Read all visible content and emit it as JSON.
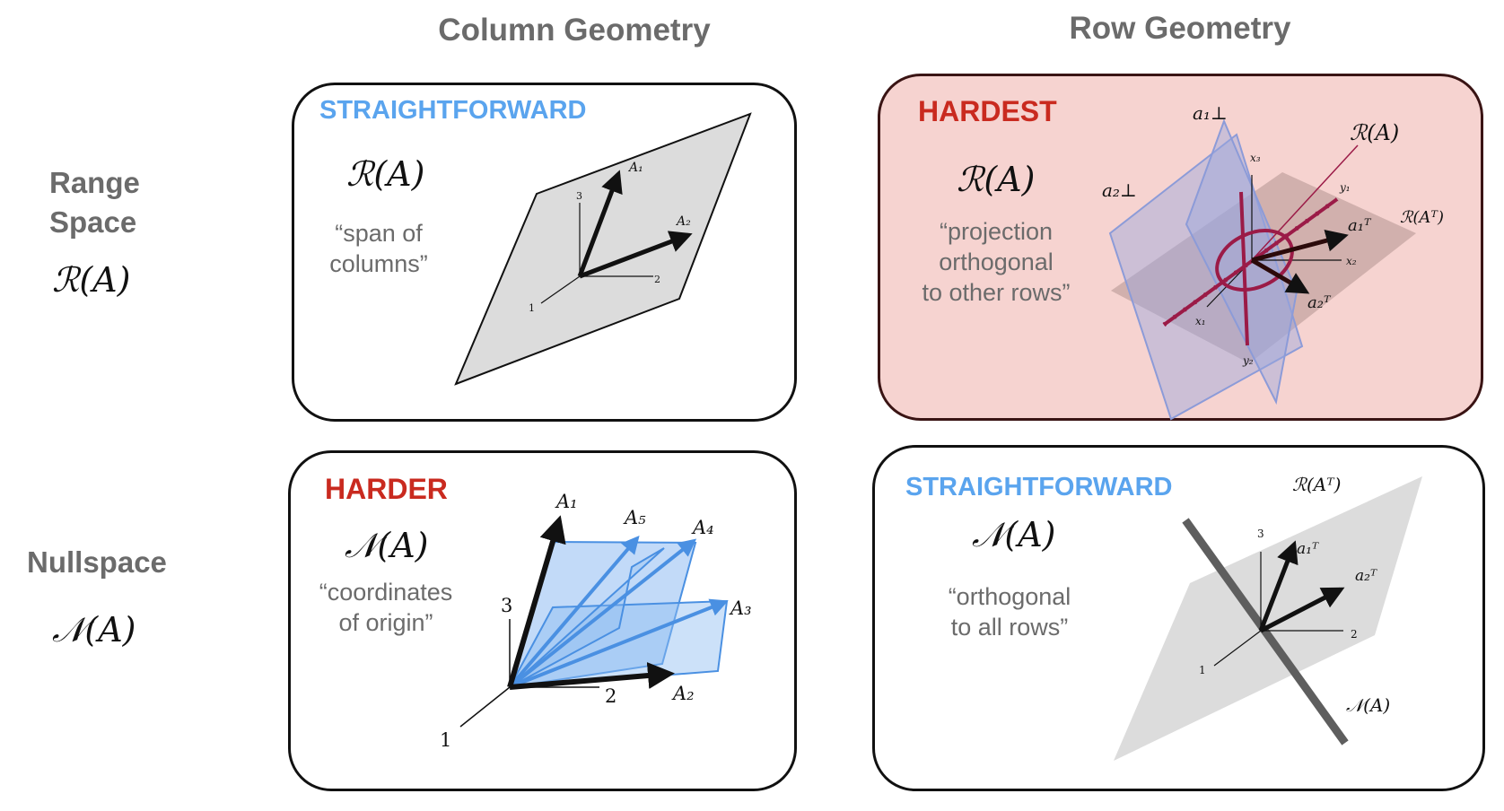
{
  "column_headers": {
    "left": "Column Geometry",
    "right": "Row Geometry"
  },
  "row_headers": {
    "range": {
      "title_line1": "Range",
      "title_line2": "Space",
      "symbol": "ℛ(A)"
    },
    "nullspace": {
      "title": "Nullspace",
      "symbol": "𝒩(A)"
    }
  },
  "panels": {
    "col_range": {
      "tag": "STRAIGHTFORWARD",
      "symbol": "ℛ(A)",
      "quote_line1": "“span of",
      "quote_line2": "columns”",
      "axis_labels": [
        "1",
        "2",
        "3"
      ],
      "vector_labels": [
        "A₁",
        "A₂"
      ]
    },
    "row_range": {
      "tag": "HARDEST",
      "symbol": "ℛ(A)",
      "quote_line1": "“projection",
      "quote_line2": "orthogonal",
      "quote_line3": "to other rows”",
      "labels": {
        "a1perp": "a₁⊥",
        "a2perp": "a₂⊥",
        "range_a": "ℛ(A)",
        "range_at": "ℛ(Aᵀ)",
        "a1t": "a₁ᵀ",
        "a2t": "a₂ᵀ",
        "x1": "x₁",
        "x2": "x₂",
        "x3": "x₃",
        "y1": "y₁",
        "y2": "y₂"
      }
    },
    "col_null": {
      "tag": "HARDER",
      "symbol": "𝒩(A)",
      "quote_line1": "“coordinates",
      "quote_line2": "of origin”",
      "axis_labels": [
        "1",
        "2",
        "3"
      ],
      "vector_labels": [
        "A₁",
        "A₂",
        "A₃",
        "A₄",
        "A₅"
      ]
    },
    "row_null": {
      "tag": "STRAIGHTFORWARD",
      "symbol": "𝒩(A)",
      "quote_line1": "“orthogonal",
      "quote_line2": "to all rows”",
      "axis_labels": [
        "1",
        "2",
        "3"
      ],
      "labels": {
        "range_at": "ℛ(Aᵀ)",
        "a1t": "a₁ᵀ",
        "a2t": "a₂ᵀ",
        "null_a": "𝒩(A)"
      }
    }
  },
  "colors": {
    "header_gray": "#6b6b6b",
    "easy_blue": "#5aa4ee",
    "hard_red": "#c92a1f",
    "hardest_bg": "#f6d3d0",
    "plane_gray": "#dcdcdc",
    "blue_fill": "#8fbcf2",
    "blue_line": "#4a90e2",
    "crimson": "#9b1b47",
    "lavender": "#9aa6de"
  }
}
